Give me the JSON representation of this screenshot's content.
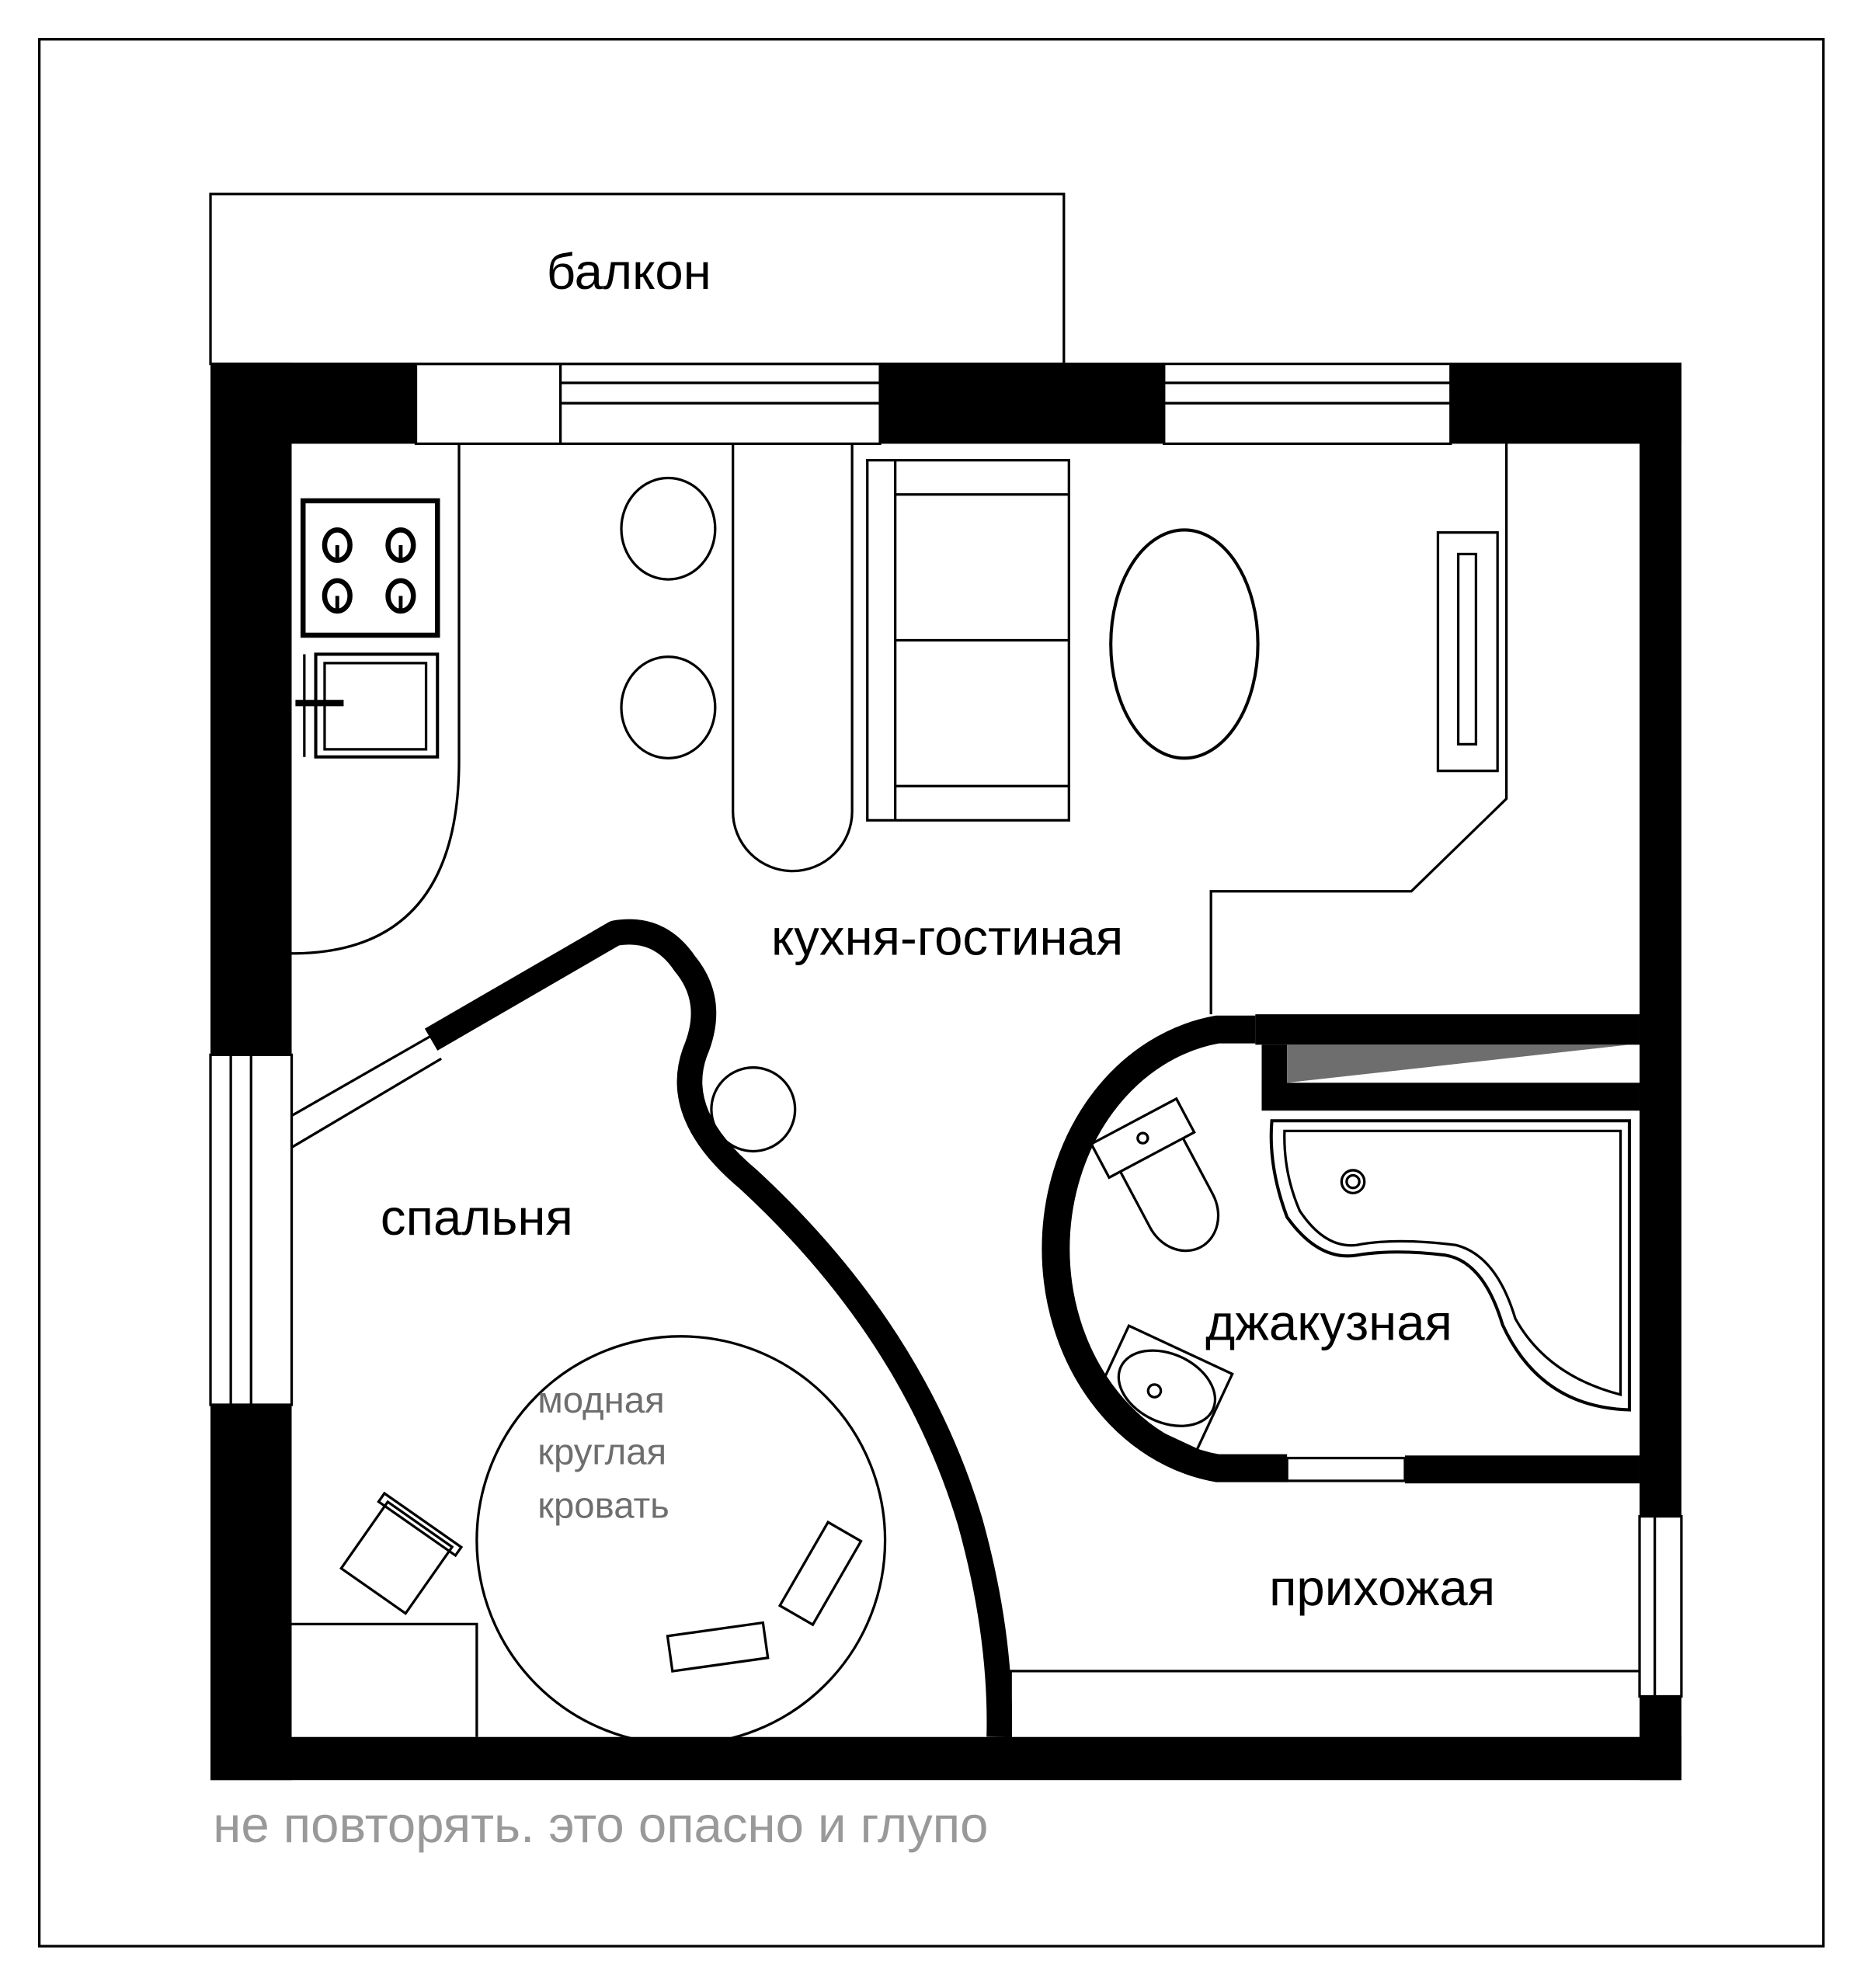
{
  "plan": {
    "rooms": {
      "balcony": "балкон",
      "kitchen_living": "кухня-гостиная",
      "bedroom": "спальня",
      "jacuzzi": "джакузная",
      "hallway": "прихожая"
    },
    "bed_note": [
      "модная",
      "круглая",
      "кровать"
    ],
    "disclaimer": "не повторять. это опасно и глупо",
    "colors": {
      "wall": "#000000",
      "background": "#ffffff",
      "bed_note": "#6e6e6e",
      "disclaimer": "#999999",
      "niche_fill": "#6e6e6e"
    }
  }
}
